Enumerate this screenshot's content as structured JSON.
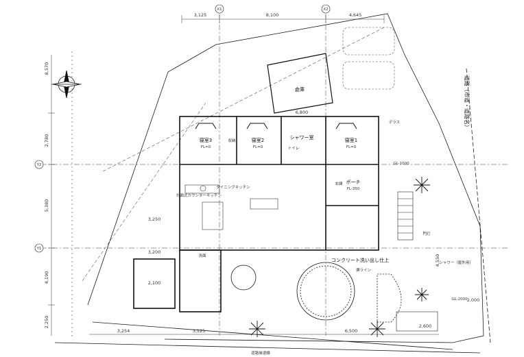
{
  "colors": {
    "ink": "#1a1a1a",
    "paper": "#ffffff",
    "light": "#8a8a8a"
  },
  "dimensions": {
    "top": [
      "3,125",
      "8,100",
      "4,645"
    ],
    "left_vertical": [
      "8,570",
      "2,780",
      "5,380",
      "4,190",
      "2,250"
    ],
    "bottom": [
      "3,254",
      "3,125",
      "6,500",
      "2,600"
    ],
    "misc": [
      "3,250",
      "3,200",
      "6,800",
      "4,550",
      "2,100",
      "2,000"
    ]
  },
  "grid_markers": [
    "X1",
    "X2",
    "Y1",
    "Y2"
  ],
  "rooms": {
    "bedroom1": "寝室1",
    "bedroom2": "寝室2",
    "bedroom3": "寝室3",
    "fl0": "FL=0",
    "closet": "収納",
    "shower": "シャワー室",
    "toilet": "トイレ",
    "storage": "倉庫",
    "washroom": "洗面",
    "dining": "ダイニングキッチン",
    "porch": "ポーチ",
    "porch_level": "FL-350",
    "entrance": "玄関",
    "gate": "門灯",
    "kitchen_counter": "対面式カウンターキッチン",
    "terrace": "デラス"
  },
  "labels": {
    "concrete": "コンクリート洗い出し仕上",
    "road_right": "道路（市道・道路名）",
    "road_bottom": "道路後退線",
    "wall": "塀ライン",
    "gl": "GL-1000",
    "gl2": "GL-2000",
    "shower_outdoor": "シャワー（屋外用）"
  }
}
